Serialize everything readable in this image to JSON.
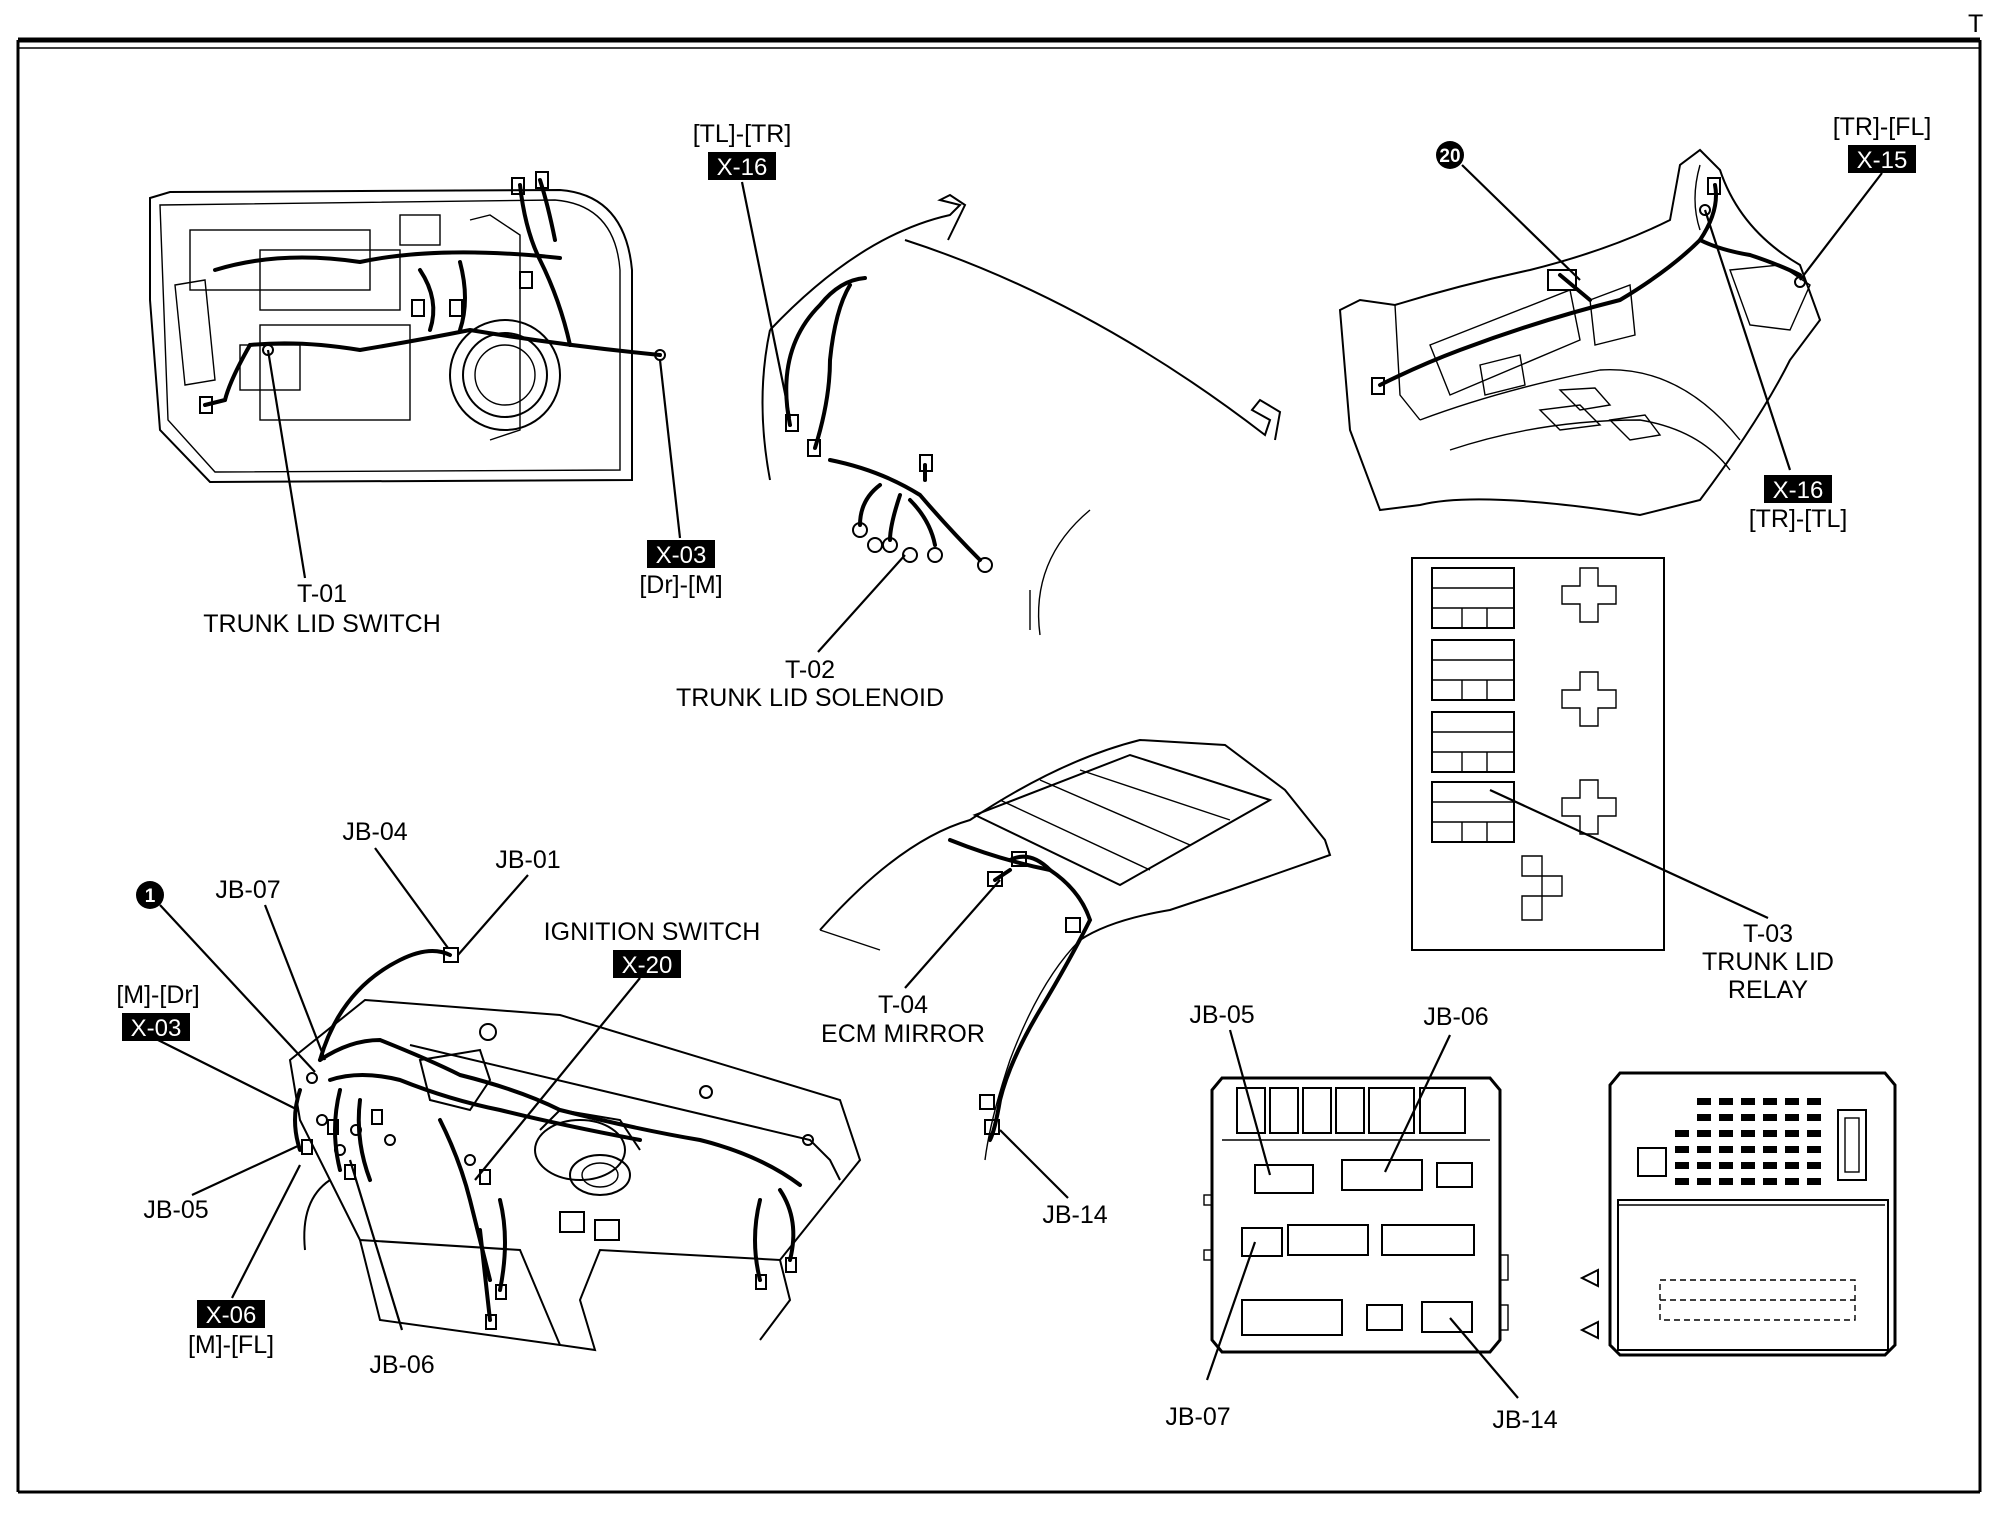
{
  "page": {
    "section_letter": "T"
  },
  "callouts": {
    "trunk_lid_switch": {
      "code": "T-01",
      "name": "TRUNK LID SWITCH"
    },
    "trunk_lid_solenoid": {
      "code": "T-02",
      "name": "TRUNK LID SOLENOID"
    },
    "trunk_lid_relay": {
      "code": "T-03",
      "name_line1": "TRUNK LID",
      "name_line2": "RELAY"
    },
    "ecm_mirror": {
      "code": "T-04",
      "name": "ECM MIRROR"
    },
    "ignition_switch": {
      "name": "IGNITION SWITCH"
    }
  },
  "connectors": {
    "x03_door": {
      "tag": "X-03",
      "sides": "[Dr]-[M]"
    },
    "x16_lid": {
      "tag": "X-16",
      "sides": "[TL]-[TR]"
    },
    "x15_trunk": {
      "tag": "X-15",
      "sides": "[TR]-[FL]"
    },
    "x16_trunk": {
      "tag": "X-16",
      "sides": "[TR]-[TL]"
    },
    "x03_dash": {
      "tag": "X-03",
      "sides": "[M]-[Dr]"
    },
    "x06_dash": {
      "tag": "X-06",
      "sides": "[M]-[FL]"
    },
    "x20_dash": {
      "tag": "X-20"
    }
  },
  "junction_labels": {
    "jb04": "JB-04",
    "jb01": "JB-01",
    "jb07": "JB-07",
    "jb05": "JB-05",
    "jb06": "JB-06",
    "jb14_mirror": "JB-14",
    "box_jb05": "JB-05",
    "box_jb06": "JB-06",
    "box_jb07": "JB-07",
    "box_jb14": "JB-14"
  },
  "ground_refs": {
    "g1": "1",
    "g20": "20"
  }
}
